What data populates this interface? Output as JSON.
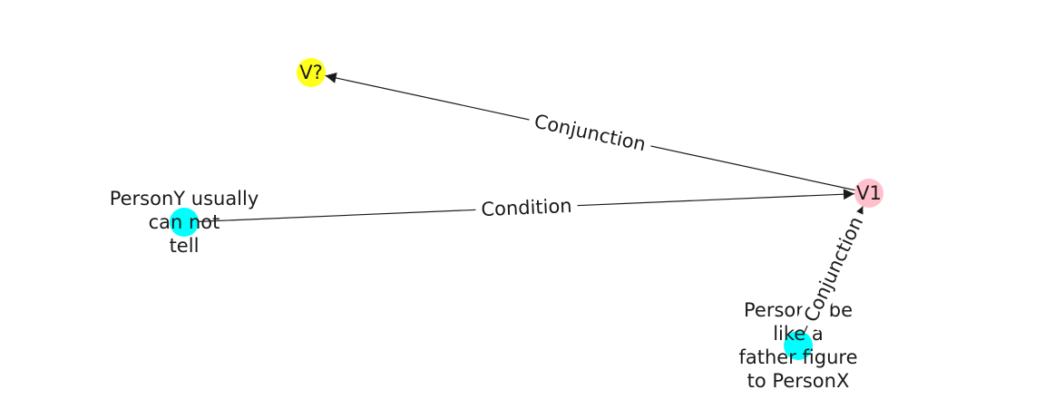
{
  "nodes": [
    {
      "id": "v_q",
      "lines": [
        "V?"
      ],
      "color": "#ffff1a"
    },
    {
      "id": "v1",
      "lines": [
        "V1"
      ],
      "color": "#ffc0cb"
    },
    {
      "id": "cond",
      "lines": [
        "PersonY usually",
        "can not",
        "tell"
      ],
      "color": "#00ffff"
    },
    {
      "id": "conj",
      "lines": [
        "PersonO be",
        "like a",
        "father figure",
        "to PersonX"
      ],
      "color": "#00ffff"
    }
  ],
  "edges": [
    {
      "from": "v1",
      "to": "v_q",
      "label": "Conjunction"
    },
    {
      "from": "cond",
      "to": "v1",
      "label": "Condition"
    },
    {
      "from": "conj",
      "to": "v1",
      "label": "Conjunction"
    }
  ]
}
